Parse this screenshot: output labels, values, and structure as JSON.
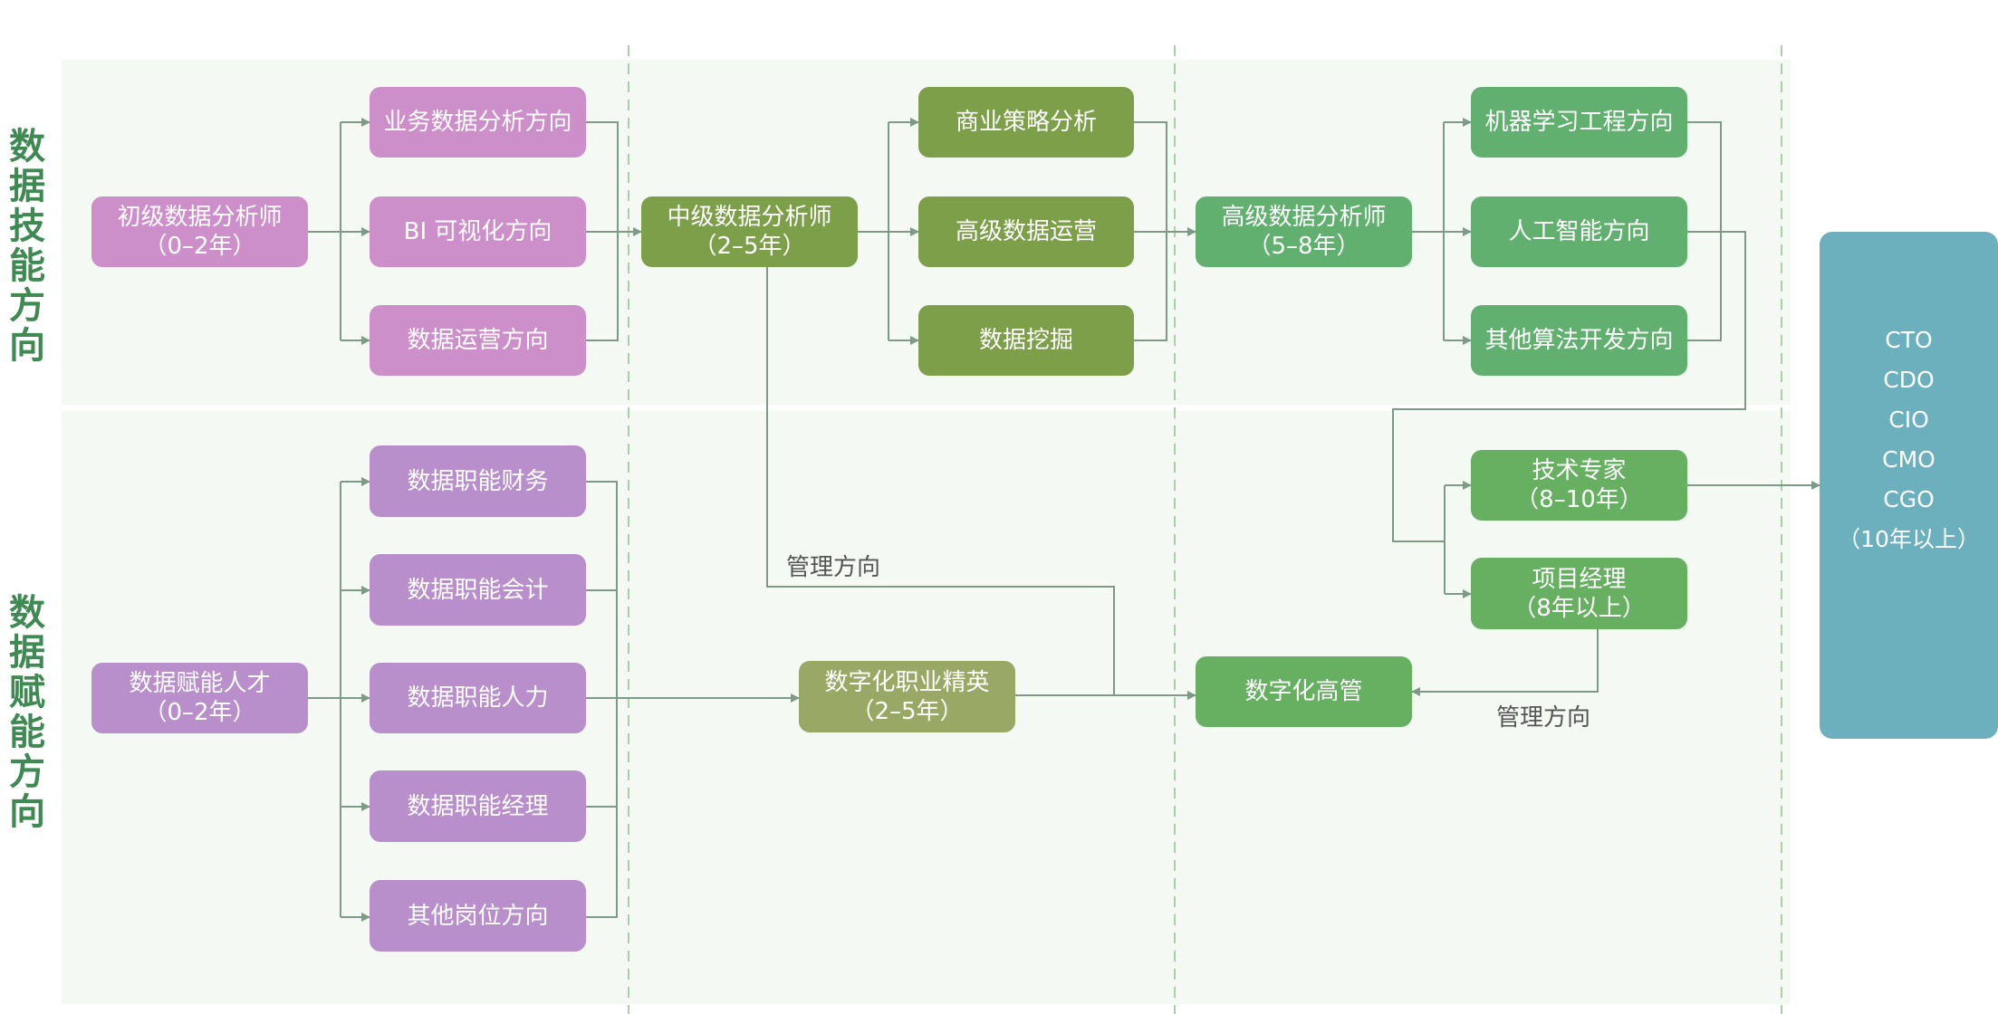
{
  "lanes": {
    "skill": {
      "title": "数据技能方向"
    },
    "empower": {
      "title": "数据赋能方向"
    }
  },
  "colors": {
    "lane_bg": "#f4f9f4",
    "connector": "#7e9a86",
    "divider": "#a8cfa8",
    "lane_title": "#3f8a52",
    "junior": "#cd8fca",
    "empower": "#b88fcb",
    "mid": "#7e9f49",
    "elite": "#9aa865",
    "senior": "#62b070",
    "executive": "#6cb0bd"
  },
  "nodes": {
    "junior_analyst": "初级数据分析师\n（0–2年）",
    "business_analysis": "业务数据分析方向",
    "bi_visual": "BI 可视化方向",
    "data_ops": "数据运营方向",
    "mid_analyst": "中级数据分析师\n（2–5年）",
    "biz_strategy": "商业策略分析",
    "senior_ops": "高级数据运营",
    "data_mining": "数据挖掘",
    "senior_analyst": "高级数据分析师\n（5–8年）",
    "ml_engineering": "机器学习工程方向",
    "ai": "人工智能方向",
    "other_algo": "其他算法开发方向",
    "tech_expert": "技术专家\n（8–10年）",
    "project_manager": "项目经理\n（8年以上）",
    "executive": "CTO\nCDO\nCIO\nCMO\nCGO\n（10年以上）",
    "empower_talent": "数据赋能人才\n（0–2年）",
    "func_finance": "数据职能财务",
    "func_accounting": "数据职能会计",
    "func_hr": "数据职能人力",
    "func_manager": "数据职能经理",
    "other_positions": "其他岗位方向",
    "digital_elite": "数字化职业精英\n（2–5年）",
    "digital_exec": "数字化高管"
  },
  "labels": {
    "mgmt_direction_1": "管理方向",
    "mgmt_direction_2": "管理方向"
  }
}
